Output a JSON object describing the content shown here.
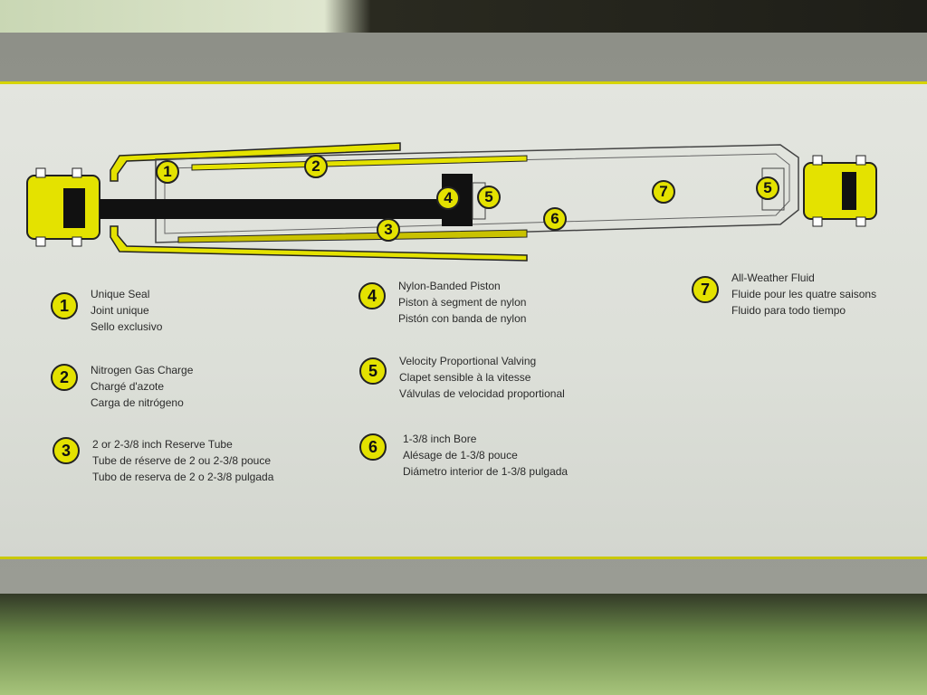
{
  "colors": {
    "accent": "#e4e200",
    "panel": "#dfe2dc",
    "ink": "#222222"
  },
  "diagram_badges": {
    "b1": "1",
    "b2": "2",
    "b3": "3",
    "b4": "4",
    "b5a": "5",
    "b6": "6",
    "b7": "7",
    "b5b": "5"
  },
  "legend": [
    {
      "number": "1",
      "lines": [
        "Unique Seal",
        "Joint unique",
        "Sello exclusivo"
      ]
    },
    {
      "number": "2",
      "lines": [
        "Nitrogen Gas Charge",
        "Chargé d'azote",
        "Carga de nitrógeno"
      ]
    },
    {
      "number": "3",
      "lines": [
        "2 or 2-3/8 inch Reserve Tube",
        "Tube de réserve de 2 ou 2-3/8 pouce",
        "Tubo de reserva de 2 o 2-3/8 pulgada"
      ]
    },
    {
      "number": "4",
      "lines": [
        "Nylon-Banded Piston",
        "Piston à segment de nylon",
        "Pistón con banda de nylon"
      ]
    },
    {
      "number": "5",
      "lines": [
        "Velocity Proportional Valving",
        "Clapet sensible à la vitesse",
        "Válvulas de velocidad proportional"
      ]
    },
    {
      "number": "6",
      "lines": [
        "1-3/8 inch Bore",
        "Alésage de 1-3/8 pouce",
        "Diámetro interior de 1-3/8 pulgada"
      ]
    },
    {
      "number": "7",
      "lines": [
        "All-Weather Fluid",
        "Fluide pour les quatre saisons",
        "Fluido para todo tiempo"
      ]
    }
  ]
}
